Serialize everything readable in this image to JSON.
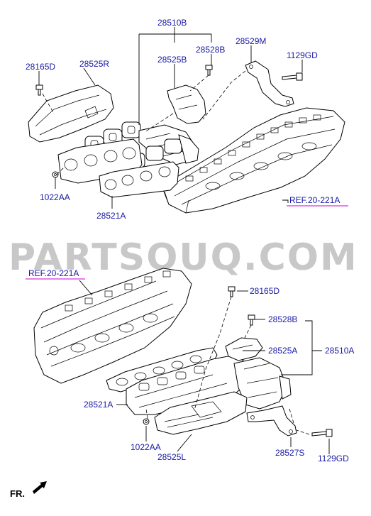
{
  "watermark": "PARTSOUQ.COM",
  "orientation": "FR.",
  "top": {
    "ref": "REF.20-221A",
    "labels": {
      "l28510B": "28510B",
      "l28528B": "28528B",
      "l28525B": "28525B",
      "l28529M": "28529M",
      "l1129GD": "1129GD",
      "l28165D": "28165D",
      "l28525R": "28525R",
      "l1022AA": "1022AA",
      "l28521A": "28521A"
    }
  },
  "bottom": {
    "ref": "REF.20-221A",
    "labels": {
      "l28165D": "28165D",
      "l28528B": "28528B",
      "l28525A": "28525A",
      "l28510A": "28510A",
      "l28521A": "28521A",
      "l1022AA": "1022AA",
      "l28525L": "28525L",
      "l28527S": "28527S",
      "l1129GD": "1129GD"
    }
  }
}
